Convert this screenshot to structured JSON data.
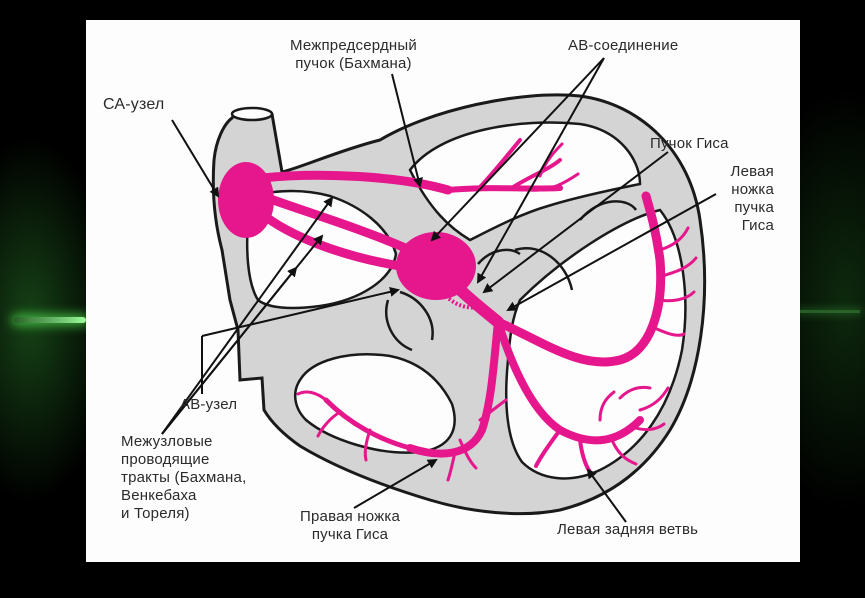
{
  "labels": {
    "sa_node": "СА-узел",
    "bachmann_bundle": "Межпредсердный\nпучок (Бахмана)",
    "av_junction": "АВ-соединение",
    "his_bundle": "Пучок Гиса",
    "left_bundle_branch": "Левая\nножка\nпучка\nГиса",
    "av_node": "АВ-узел",
    "internodal_tracts": "Межузловые\nпроводящие\nтракты (Бахмана,\nВенкебаха\nи Тореля)",
    "right_bundle_branch": "Правая ножка\nпучка Гиса",
    "left_posterior_fascicle": "Левая задняя ветвь"
  },
  "colors": {
    "conduction": "#e6168c",
    "wall": "#d7d7d7",
    "outline": "#1a1a1a",
    "panel": "#fdfdfd",
    "glow": "#9bff9b"
  }
}
